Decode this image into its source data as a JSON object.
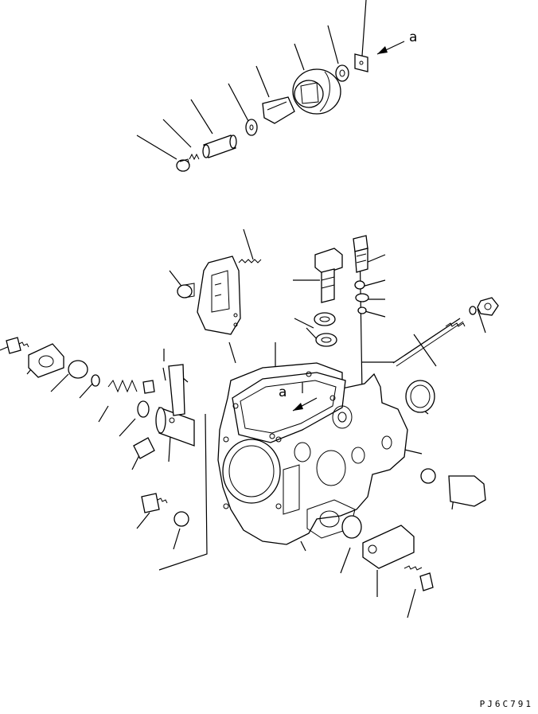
{
  "diagram": {
    "callouts": {
      "upper": "a",
      "housing": "a"
    },
    "drawing_code": "PJ6C791"
  }
}
